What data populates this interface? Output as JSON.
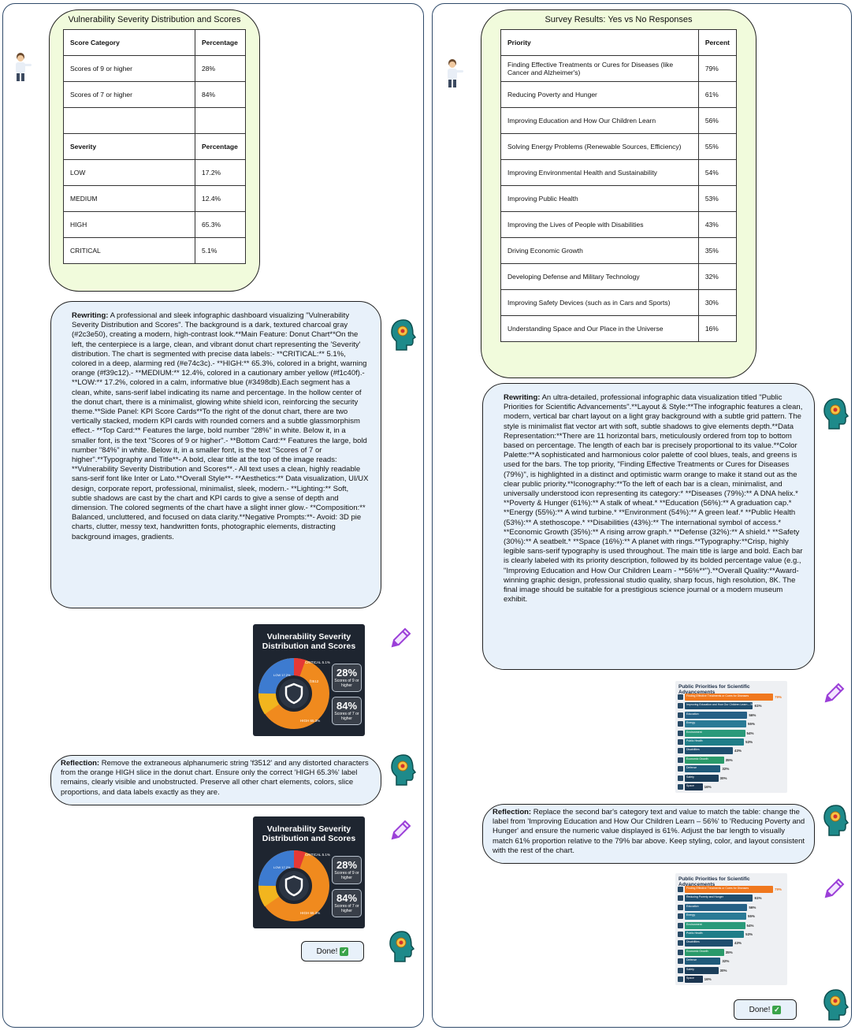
{
  "left": {
    "table_bubble": {
      "title": "Vulnerability Severity Distribution and Scores",
      "rows": [
        [
          "Score Category",
          "Percentage"
        ],
        [
          "Scores of 9 or higher",
          "28%"
        ],
        [
          "Scores of 7 or higher",
          "84%"
        ],
        [
          "",
          ""
        ],
        [
          "Severity",
          "Percentage"
        ],
        [
          "LOW",
          "17.2%"
        ],
        [
          "MEDIUM",
          "12.4%"
        ],
        [
          "HIGH",
          "65.3%"
        ],
        [
          "CRITICAL",
          "5.1%"
        ]
      ]
    },
    "rewriting": {
      "label": "Rewriting:",
      "text": " A professional and sleek infographic dashboard visualizing \"Vulnerability Severity Distribution and Scores\". The background is a dark, textured charcoal gray (#2c3e50), creating a modern, high-contrast look.**Main Feature: Donut Chart**On the left, the centerpiece is a large, clean, and vibrant donut chart representing the 'Severity' distribution. The chart is segmented with precise data labels:- **CRITICAL:** 5.1%, colored in a deep, alarming red (#e74c3c).- **HIGH:** 65.3%, colored in a bright, warning orange (#f39c12).- **MEDIUM:** 12.4%, colored in a cautionary amber yellow (#f1c40f).- **LOW:** 17.2%, colored in a calm, informative blue (#3498db).Each segment has a clean, white, sans-serif label indicating its name and percentage. In the hollow center of the donut chart, there is a minimalist, glowing white shield icon, reinforcing the security theme.**Side Panel: KPI Score Cards**To the right of the donut chart, there are two vertically stacked, modern KPI cards with rounded corners and a subtle glassmorphism effect.- **Top Card:** Features the large, bold number \"28%\" in white. Below it, in a smaller font, is the text \"Scores of 9 or higher\".- **Bottom Card:** Features the large, bold number \"84%\" in white. Below it, in a smaller font, is the text \"Scores of 7 or higher\".**Typography and Title**- A bold, clear title at the top of the image reads: **Vulnerability Severity Distribution and Scores**.- All text uses a clean, highly readable sans-serif font like Inter or Lato.**Overall Style**- **Aesthetics:** Data visualization, UI/UX design, corporate report, professional, minimalist, sleek, modern.- **Lighting:** Soft, subtle shadows are cast by the chart and KPI cards to give a sense of depth and dimension. The colored segments of the chart have a slight inner glow.- **Composition:** Balanced, uncluttered, and focused on data clarity.**Negative Prompts:**- Avoid: 3D pie charts, clutter, messy text, handwritten fonts, photographic elements, distracting background images, gradients."
    },
    "image1": {
      "title_line1": "Vulnerability Severity",
      "title_line2": "Distribution and Scores",
      "kpi_top_value": "28%",
      "kpi_top_label": "Scores of 9 or higher",
      "kpi_bottom_value": "84%",
      "kpi_bottom_label": "Scores of 7 or higher",
      "label_critical": "CRITICAL 5.1%",
      "label_low": "LOW 17.2%",
      "label_high": "HIGH 65.3%",
      "label_stray": "f3512"
    },
    "reflection": {
      "label": "Reflection:",
      "text": " Remove the extraneous alphanumeric string 'f3512' and any distorted characters from the orange HIGH slice in the donut chart. Ensure only the correct 'HIGH 65.3%' label remains, clearly visible and unobstructed. Preserve all other chart elements, colors, slice proportions, and data labels exactly as they are."
    },
    "image2": {
      "title_line1": "Vulnerability Severity",
      "title_line2": "Distribution and Scores",
      "kpi_top_value": "28%",
      "kpi_top_label": "Scores of 9 or higher",
      "kpi_bottom_value": "84%",
      "kpi_bottom_label": "Scores of 7 or higher",
      "label_critical": "CRITICAL 5.1%",
      "label_low": "LOW 17.2%",
      "label_high": "HIGH 65.3%"
    },
    "done": "Done!"
  },
  "right": {
    "table_bubble": {
      "title": "Survey Results: Yes vs No Responses",
      "rows": [
        [
          "Priority",
          "Percent"
        ],
        [
          "Finding Effective Treatments or Cures for Diseases (like Cancer and Alzheimer's)",
          "79%"
        ],
        [
          "Reducing Poverty and Hunger",
          "61%"
        ],
        [
          "Improving Education and How Our Children Learn",
          "56%"
        ],
        [
          "Solving Energy Problems (Renewable Sources, Efficiency)",
          "55%"
        ],
        [
          "Improving Environmental Health and Sustainability",
          "54%"
        ],
        [
          "Improving Public Health",
          "53%"
        ],
        [
          "Improving the Lives of People with Disabilities",
          "43%"
        ],
        [
          "Driving Economic Growth",
          "35%"
        ],
        [
          "Developing Defense and Military Technology",
          "32%"
        ],
        [
          "Improving Safety Devices (such as in Cars and Sports)",
          "30%"
        ],
        [
          "Understanding Space and Our Place in the Universe",
          "16%"
        ]
      ]
    },
    "rewriting": {
      "label": "Rewriting:",
      "text": " An ultra-detailed, professional infographic data visualization titled \"Public Priorities for Scientific Advancements\".**Layout & Style:**The infographic features a clean, modern, vertical bar chart layout on a light gray background with a subtle grid pattern. The style is minimalist flat vector art with soft, subtle shadows to give elements depth.**Data Representation:**There are 11 horizontal bars, meticulously ordered from top to bottom based on percentage. The length of each bar is precisely proportional to its value.**Color Palette:**A sophisticated and harmonious color palette of cool blues, teals, and greens is used for the bars. The top priority, \"Finding Effective Treatments or Cures for Diseases (79%)\", is highlighted in a distinct and optimistic warm orange to make it stand out as the clear public priority.**Iconography:**To the left of each bar is a clean, minimalist, and universally understood icon representing its category:* **Diseases (79%):** A DNA helix.* **Poverty & Hunger (61%):** A stalk of wheat.* **Education (56%):** A graduation cap.* **Energy (55%):** A wind turbine.* **Environment (54%):** A green leaf.* **Public Health (53%):** A stethoscope.* **Disabilities (43%):** The international symbol of access.* **Economic Growth (35%):** A rising arrow graph.* **Defense (32%):** A shield.* **Safety (30%):** A seatbelt.* **Space (16%):** A planet with rings.**Typography:**Crisp, highly legible sans-serif typography is used throughout. The main title is large and bold. Each bar is clearly labeled with its priority description, followed by its bolded percentage value (e.g., \"Improving Education and How Our Children Learn - **56%**\").**Overall Quality:**Award-winning graphic design, professional studio quality, sharp focus, high resolution, 8K. The final image should be suitable for a prestigious science journal or a modern museum exhibit."
    },
    "image1": {
      "title": "Public Priorities for Scientific Advancements",
      "bars": [
        {
          "label": "Finding Effective Treatments or Cures for Diseases",
          "value": 79,
          "value_text": "79%",
          "color": "#f0781e"
        },
        {
          "label": "Improving Education and How Our Children Learn – 56%",
          "value": 61,
          "value_text": "61%",
          "color": "#1f4e6e"
        },
        {
          "label": "Education",
          "value": 56,
          "value_text": "56%",
          "color": "#256085"
        },
        {
          "label": "Energy",
          "value": 55,
          "value_text": "55%",
          "color": "#2a7a96"
        },
        {
          "label": "Environment",
          "value": 54,
          "value_text": "54%",
          "color": "#2a9a7a"
        },
        {
          "label": "Public Health",
          "value": 53,
          "value_text": "53%",
          "color": "#1f7d88"
        },
        {
          "label": "Disabilities",
          "value": 43,
          "value_text": "43%",
          "color": "#1f4e6e"
        },
        {
          "label": "Economic Growth",
          "value": 35,
          "value_text": "35%",
          "color": "#2a9a6a"
        },
        {
          "label": "Defense",
          "value": 32,
          "value_text": "32%",
          "color": "#1f5a7a"
        },
        {
          "label": "Safety",
          "value": 30,
          "value_text": "30%",
          "color": "#1b3e5a"
        },
        {
          "label": "Space",
          "value": 16,
          "value_text": "16%",
          "color": "#1b3550"
        }
      ]
    },
    "reflection": {
      "label": "Reflection:",
      "text": " Replace the second bar's category text and value to match the table: change the label from 'Improving Education and How Our Children Learn – 56%' to 'Reducing Poverty and Hunger' and ensure the numeric value displayed is 61%. Adjust the bar length to visually match 61% proportion relative to the 79% bar above. Keep styling, color, and layout consistent with the rest of the chart."
    },
    "image2": {
      "title": "Public Priorities for Scientific Advancements",
      "bars": [
        {
          "label": "Finding Effective Treatments or Cures for Diseases",
          "value": 79,
          "value_text": "79%",
          "color": "#f0781e"
        },
        {
          "label": "Reducing Poverty and Hunger",
          "value": 61,
          "value_text": "61%",
          "color": "#1f4e6e"
        },
        {
          "label": "Education",
          "value": 56,
          "value_text": "56%",
          "color": "#256085"
        },
        {
          "label": "Energy",
          "value": 55,
          "value_text": "55%",
          "color": "#2a7a96"
        },
        {
          "label": "Environment",
          "value": 54,
          "value_text": "54%",
          "color": "#2a9a7a"
        },
        {
          "label": "Public Health",
          "value": 53,
          "value_text": "53%",
          "color": "#1f7d88"
        },
        {
          "label": "Disabilities",
          "value": 43,
          "value_text": "43%",
          "color": "#1f4e6e"
        },
        {
          "label": "Economic Growth",
          "value": 35,
          "value_text": "35%",
          "color": "#2a9a6a"
        },
        {
          "label": "Defense",
          "value": 32,
          "value_text": "32%",
          "color": "#1f5a7a"
        },
        {
          "label": "Safety",
          "value": 30,
          "value_text": "30%",
          "color": "#1b3e5a"
        },
        {
          "label": "Space",
          "value": 16,
          "value_text": "16%",
          "color": "#1b3550"
        }
      ]
    },
    "done": "Done!"
  },
  "icons": {
    "user": "user-avatar-icon",
    "agent": "robot-head-icon",
    "tool": "pen-tool-icon",
    "check": "checkmark-icon"
  },
  "colors": {
    "panel_border": "#2f4a6a",
    "table_bubble_bg": "#f1fbdc",
    "text_bubble_bg": "#e8f1fa",
    "robot_teal": "#1e8a8a"
  }
}
